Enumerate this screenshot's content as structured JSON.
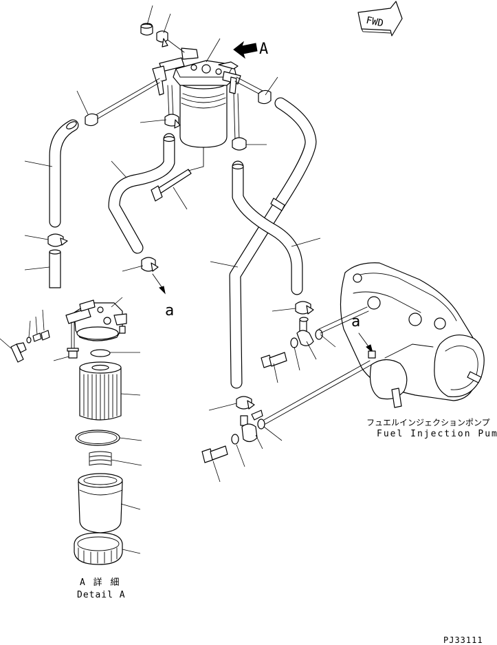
{
  "drawing": {
    "fwd_label": "FWD",
    "view_arrow_label": "A",
    "ref_label_a": "a",
    "ref_label_a_pump": "a",
    "pump_label_jp": "フュエルインジェクションポンプ",
    "pump_label_en": "Fuel Injection Pump",
    "detail_label_jp": "A 詳 細",
    "detail_label_en": "Detail A",
    "drawing_code": "PJ33111"
  }
}
